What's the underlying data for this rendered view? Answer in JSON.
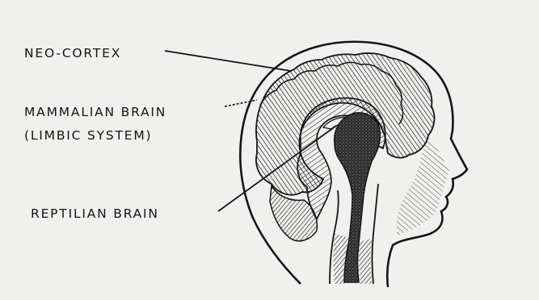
{
  "labels": {
    "neo_cortex": "NEO-CORTEX",
    "mammalian_line1": "MAMMALIAN BRAIN",
    "mammalian_line2": "(LIMBIC SYSTEM)",
    "reptilian": "REPTILIAN BRAIN"
  },
  "colors": {
    "paper": "#f0f0ee",
    "ink": "#141414",
    "dark_fill": "#2a2a2a"
  }
}
